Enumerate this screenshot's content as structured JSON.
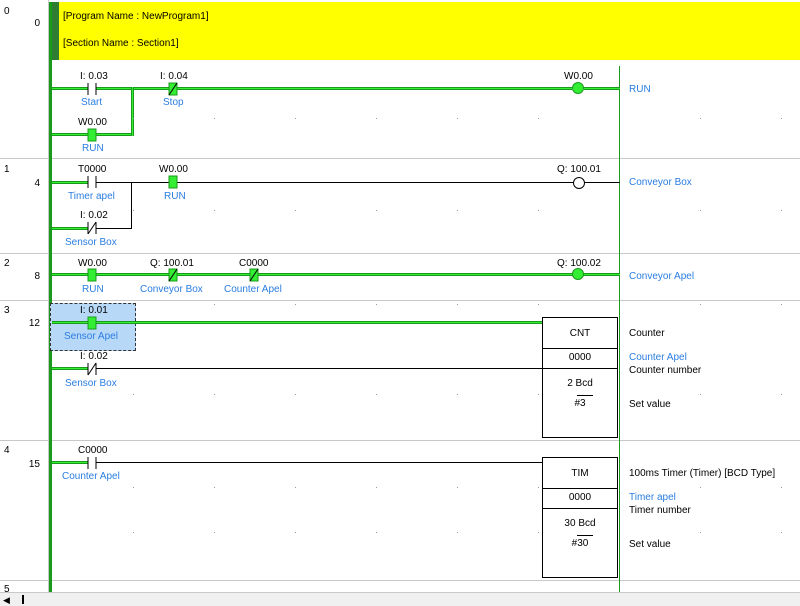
{
  "rungs": [
    {
      "number": "0",
      "step": "0"
    },
    {
      "number": "1",
      "step": "4"
    },
    {
      "number": "2",
      "step": "8"
    },
    {
      "number": "3",
      "step": "12"
    },
    {
      "number": "4",
      "step": "15"
    },
    {
      "number": "5",
      "step": ""
    }
  ],
  "banner": {
    "program": "[Program Name : NewProgram1]",
    "section": "[Section Name : Section1]"
  },
  "rung0": {
    "start": {
      "addr": "I: 0.03",
      "comment": "Start"
    },
    "stop": {
      "addr": "I: 0.04",
      "comment": "Stop"
    },
    "seal": {
      "addr": "W0.00",
      "comment": "RUN"
    },
    "coil": {
      "addr": "W0.00",
      "comment": "RUN"
    }
  },
  "rung1": {
    "timer": {
      "addr": "T0000",
      "comment": "Timer apel"
    },
    "run": {
      "addr": "W0.00",
      "comment": "RUN"
    },
    "sensor": {
      "addr": "I: 0.02",
      "comment": "Sensor Box"
    },
    "coil": {
      "addr": "Q: 100.01",
      "comment": "Conveyor Box"
    }
  },
  "rung2": {
    "run": {
      "addr": "W0.00",
      "comment": "RUN"
    },
    "conv": {
      "addr": "Q: 100.01",
      "comment": "Conveyor Box"
    },
    "counter": {
      "addr": "C0000",
      "comment": "Counter Apel"
    },
    "coil": {
      "addr": "Q: 100.02",
      "comment": "Conveyor Apel"
    }
  },
  "rung3": {
    "sensor_apel": {
      "addr": "I: 0.01",
      "comment": "Sensor Apel"
    },
    "sensor_box": {
      "addr": "I: 0.02",
      "comment": "Sensor Box"
    },
    "block": {
      "name": "CNT",
      "number": "0000",
      "set_value_comment": "2 Bcd",
      "set_value": "#3",
      "desc": "Counter",
      "number_comment": "Counter Apel",
      "number_label": "Counter number",
      "set_label": "Set value"
    }
  },
  "rung4": {
    "counter": {
      "addr": "C0000",
      "comment": "Counter Apel"
    },
    "block": {
      "name": "TIM",
      "number": "0000",
      "set_value_comment": "30 Bcd",
      "set_value": "#30",
      "desc": "100ms Timer (Timer) [BCD Type]",
      "number_comment": "Timer apel",
      "number_label": "Timer number",
      "set_label": "Set value"
    }
  },
  "colors": {
    "energized": "#33ee33",
    "comment": "#2a7de1",
    "banner": "#ffff00"
  },
  "scrollbar": {
    "left_icon": "scroll-left-arrow-icon"
  }
}
